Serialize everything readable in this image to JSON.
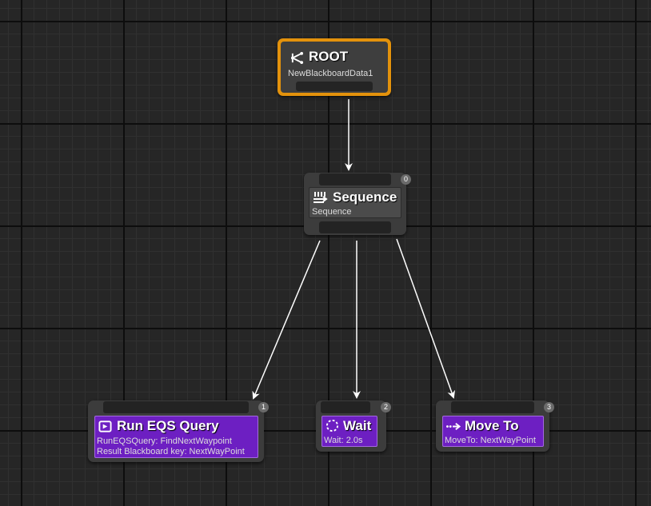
{
  "graph": {
    "root": {
      "title": "ROOT",
      "subtitle": "NewBlackboardData1",
      "icon": "root-branch-icon"
    },
    "sequence": {
      "title": "Sequence",
      "subtitle": "Sequence",
      "badge": "0",
      "icon": "sequence-icon"
    },
    "tasks": [
      {
        "title": "Run EQS Query",
        "lines": [
          "RunEQSQuery: FindNextWaypoint",
          "Result Blackboard key: NextWayPoint"
        ],
        "badge": "1",
        "icon": "eqs-query-icon"
      },
      {
        "title": "Wait",
        "lines": [
          "Wait: 2.0s"
        ],
        "badge": "2",
        "icon": "wait-icon"
      },
      {
        "title": "Move To",
        "lines": [
          "MoveTo: NextWayPoint"
        ],
        "badge": "3",
        "icon": "move-to-icon"
      }
    ]
  },
  "colors": {
    "root_border": "#e3920c",
    "task_body": "#6d1fc2",
    "wire": "#ffffff",
    "background": "#262626"
  }
}
